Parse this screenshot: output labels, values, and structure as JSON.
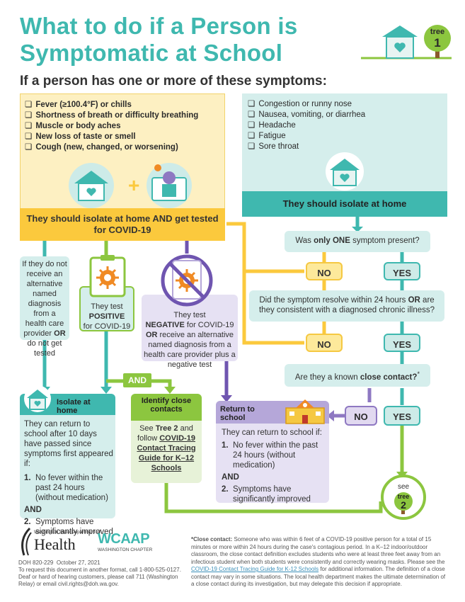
{
  "header": {
    "title": "What to do if a Person is Symptomatic at School",
    "tree_badge_word": "tree",
    "tree_badge_number": "1",
    "subtitle": "If a person has one or more of these symptoms:"
  },
  "symptoms_primary": [
    "Fever (≥100.4°F) or chills",
    "Shortness of breath or difficulty breathing",
    "Muscle or body aches",
    "New loss of taste or smell",
    "Cough (new, changed, or worsening)"
  ],
  "symptoms_secondary": [
    "Congestion or runny nose",
    "Nausea, vomiting, or diarrhea",
    "Headache",
    "Fatigue",
    "Sore throat"
  ],
  "isolate_and_test": "They should isolate at home AND get tested for COVID-19",
  "isolate_only": "They should isolate at home",
  "questions": {
    "q1_pre": "Was ",
    "q1_bold": "only ONE",
    "q1_post": " symptom present?",
    "q2_pre": "Did the symptom resolve within 24 hours ",
    "q2_bold": "OR",
    "q2_post": " are they consistent with a diagnosed chronic illness?",
    "q3_pre": "Are they a known ",
    "q3_bold": "close contact?",
    "q3_mark": "*"
  },
  "answers": {
    "no": "NO",
    "yes": "YES"
  },
  "branches": {
    "no_alt_pre": "If they do not receive an alternative named diagnosis from a health care provider ",
    "no_alt_bold": "OR",
    "no_alt_post": " do not get tested",
    "positive_pre": "They test ",
    "positive_bold": "POSITIVE",
    "positive_post": " for COVID-19",
    "negative_pre": "They test ",
    "negative_bold": "NEGATIVE",
    "negative_mid": " for COVID-19 ",
    "negative_or": "OR",
    "negative_post": " receive an alternative named diagnosis from a health care provider plus a negative test"
  },
  "and_label": "AND",
  "isolate_card": {
    "title": "Isolate at home",
    "body": "They can return to school after 10 days have passed since symptoms first appeared if:",
    "item1_num": "1.",
    "item1": "No fever within the past 24 hours (without medication)",
    "and": "AND",
    "item2_num": "2.",
    "item2": "Symptoms have significantly improved"
  },
  "contacts_card": {
    "title": "Identify close contacts",
    "see": "See ",
    "tree2": "Tree 2",
    "and_follow": " and follow ",
    "link": "COVID-19 Contact Tracing Guide for K–12 Schools"
  },
  "return_card": {
    "title": "Return to school",
    "body": "They can return to school if:",
    "item1_num": "1.",
    "item1": "No fever within the past 24 hours (without medication)",
    "and": "AND",
    "item2_num": "2.",
    "item2": "Symptoms have significantly improved"
  },
  "tree2_badge": {
    "see": "see",
    "word": "tree",
    "number": "2"
  },
  "footer": {
    "doh_line1": "Washington State Department of",
    "doh_word": "Health",
    "wcaap_word": "WCAAP",
    "wcaap_sub": "WASHINGTON CHAPTER",
    "doc_id": "DOH 820-229",
    "doc_date": "October 27, 2021",
    "request_text": "To request this document in another format, call 1-800-525-0127. Deaf or hard of hearing customers, please call 711 (Washington Relay) or email civil.rights@doh.wa.gov.",
    "close_contact_label": "*Close contact:",
    "close_contact_text": " Someone who was within 6 feet of a COVID-19 positive person for a total of 15 minutes or more within 24 hours during the case's contagious period. In a K–12 indoor/outdoor classroom, the close contact definition excludes students who were at least three feet away from an infectious student when both students were consistently and correctly wearing masks. Please see the ",
    "close_contact_link": "COVID-19 Contact Tracing Guide for K-12 Schools",
    "close_contact_tail": " for additional information. The definition of a close contact may vary in some situations. The local health department makes the ultimate determination of a close contact during its investigation, but may delegate this decision if appropriate."
  },
  "colors": {
    "teal": "#3fb8af",
    "yellow": "#fbc93d",
    "green": "#8cc63f",
    "purple": "#6f55b0",
    "orange": "#f08a24"
  }
}
